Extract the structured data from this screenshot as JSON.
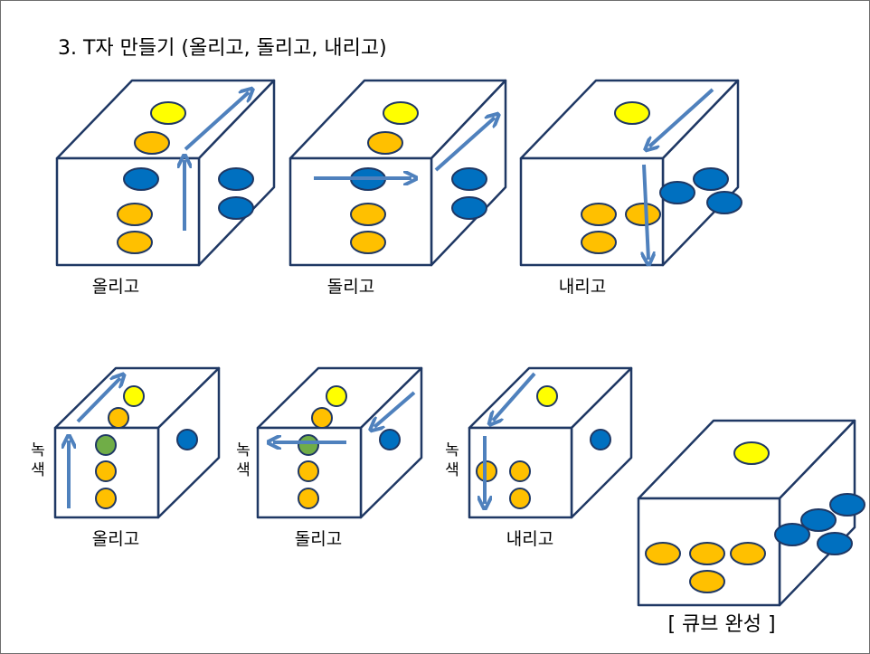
{
  "title": "3. T자 만들기 (올리고, 돌리고, 내리고)",
  "colors": {
    "outline": "#1f3864",
    "arrow": "#4f81bd",
    "yellow": "#ffff00",
    "orange": "#ffc000",
    "blue": "#0070c0",
    "green": "#70ad47"
  },
  "top_row": {
    "labels": [
      "올리고",
      "돌리고",
      "내리고"
    ]
  },
  "bottom_row": {
    "labels": [
      "올리고",
      "돌리고",
      "내리고"
    ],
    "side_note": [
      "녹",
      "색"
    ]
  },
  "final": {
    "label": "[ 큐브 완성 ]"
  }
}
